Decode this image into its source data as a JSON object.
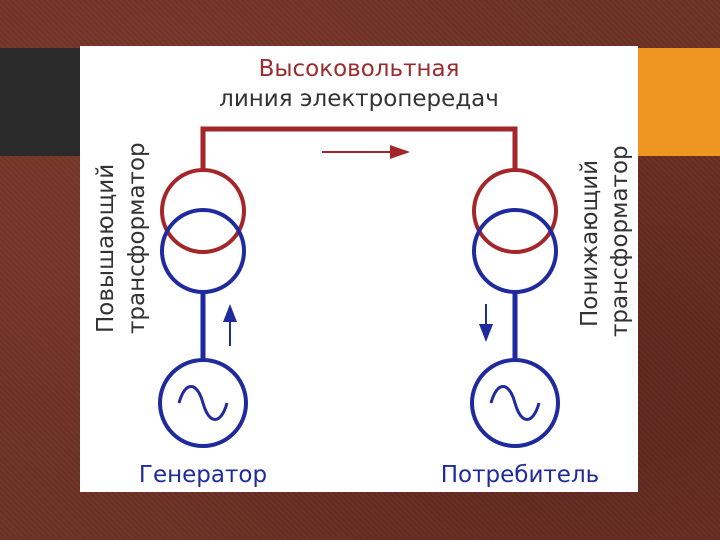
{
  "diagram": {
    "line_title_1": "Высоковольтная",
    "line_title_2": "линия электропередач",
    "step_up_1": "Повышающий",
    "step_up_2": "трансформатор",
    "step_down_1": "Понижающий",
    "step_down_2": "трансформатор",
    "generator_label": "Генератор",
    "consumer_label": "Потребитель"
  },
  "colors": {
    "high_voltage": "#a3262a",
    "low_voltage": "#1f2a9c",
    "label_red": "#9b2b2d",
    "label_gray": "#333333",
    "label_blue": "#1f2a9c"
  }
}
